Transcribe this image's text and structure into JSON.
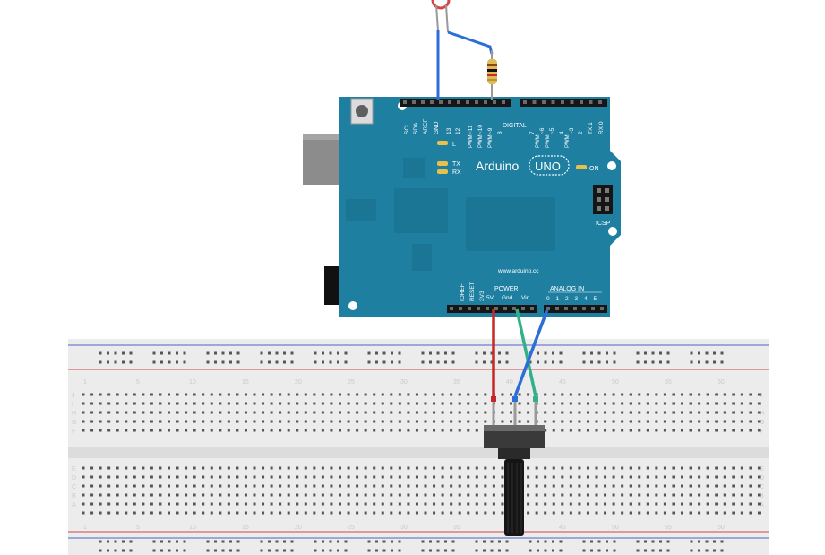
{
  "board": {
    "brand": "Arduino",
    "model": "UNO",
    "on_label": "ON",
    "l_label": "L",
    "tx_label": "TX",
    "rx_label": "RX",
    "digital_label": "DIGITAL",
    "icsp_label": "ICSP",
    "website": "www.arduino.cc",
    "power_label": "POWER",
    "analog_label": "ANALOG IN",
    "top_pins_left": [
      "SCL",
      "SDA",
      "AREF",
      "GND",
      "13",
      "12",
      "~11",
      "~10",
      "~9",
      "8"
    ],
    "top_pins_right": [
      "7",
      "~6",
      "~5",
      "4",
      "~3",
      "2",
      "TX 1",
      "RX 0"
    ],
    "power_pins": [
      "IOREF",
      "RESET",
      "3V3",
      "5V",
      "Gnd",
      "Vin"
    ],
    "analog_pins": [
      "0",
      "1",
      "2",
      "3",
      "4",
      "5"
    ],
    "pwm_label": "PWM"
  },
  "breadboard": {
    "column_numbers": [
      "1",
      "5",
      "10",
      "15",
      "20",
      "25",
      "30",
      "35",
      "40",
      "45",
      "50",
      "55",
      "60"
    ],
    "row_letters_top": [
      "J",
      "I",
      "H",
      "G",
      "F"
    ],
    "row_letters_bottom": [
      "E",
      "D",
      "C",
      "B",
      "A"
    ]
  },
  "colors": {
    "pcb": "#1e7fa0",
    "wire_red": "#c62828",
    "wire_blue": "#2b6fd6",
    "wire_green": "#33b08a",
    "breadboard": "#ececec"
  }
}
